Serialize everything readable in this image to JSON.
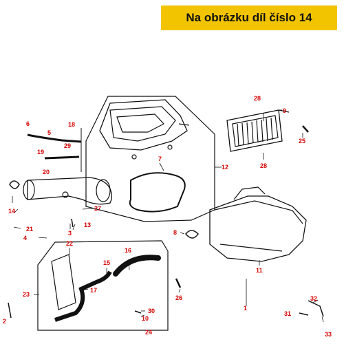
{
  "banner": {
    "text": "Na obrázku díl číslo 14",
    "color": "#f2c400"
  },
  "colors": {
    "callout": "#d40000",
    "line": "#111111"
  },
  "callouts": [
    "1",
    "2",
    "3",
    "4",
    "5",
    "6",
    "7",
    "8",
    "9",
    "10",
    "11",
    "12",
    "13",
    "14",
    "15",
    "16",
    "17",
    "18",
    "19",
    "20",
    "21",
    "22",
    "23",
    "24",
    "25",
    "26",
    "27",
    "28",
    "28",
    "29",
    "30",
    "31",
    "32",
    "33"
  ]
}
